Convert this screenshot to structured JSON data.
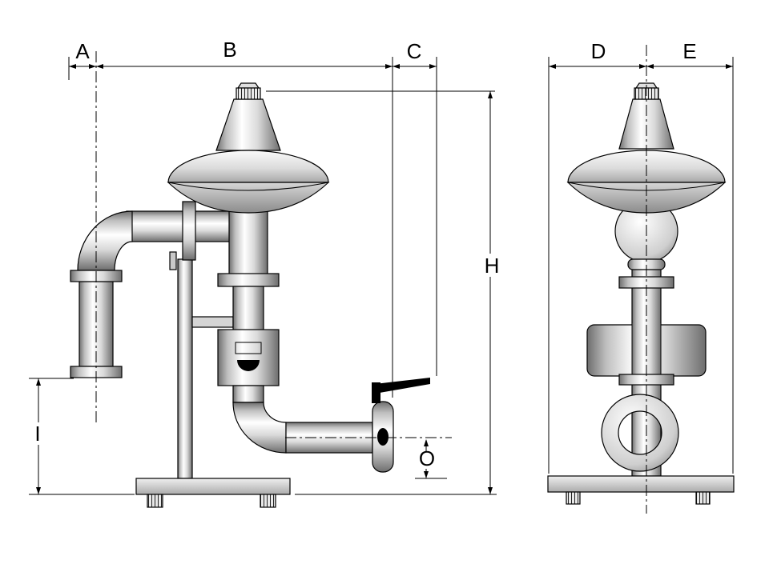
{
  "dimension_labels": {
    "a": "A",
    "b": "B",
    "c": "C",
    "d": "D",
    "e": "E",
    "h": "H",
    "i": "I",
    "o": "O"
  },
  "colors": {
    "background": "#ffffff",
    "line": "#000000",
    "metal_light": "#ffffff",
    "metal_mid": "#c8c8c8",
    "metal_dark": "#6d6d6d",
    "handle": "#000000"
  }
}
